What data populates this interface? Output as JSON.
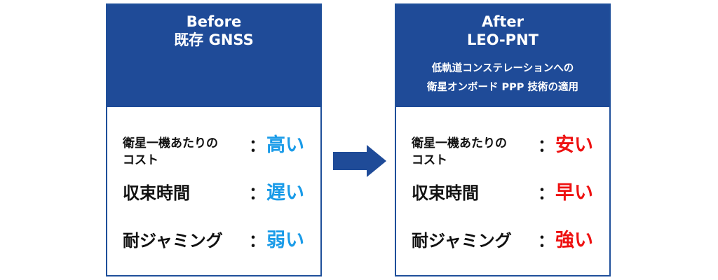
{
  "before": {
    "title": "Before",
    "subtitle": "既存 GNSS",
    "rows": [
      {
        "label_line1": "衛星一機あたりの",
        "label_line2": "コスト",
        "value": "高い"
      },
      {
        "label": "収束時間",
        "value": "遅い"
      },
      {
        "label": "耐ジャミング",
        "value": "弱い"
      }
    ]
  },
  "after": {
    "title": "After",
    "subtitle": "LEO-PNT",
    "description_line1": "低軌道コンステレーションへの",
    "description_line2": "衛星オンボード PPP 技術の適用",
    "rows": [
      {
        "label_line1": "衛星一機あたりの",
        "label_line2": "コスト",
        "value": "安い"
      },
      {
        "label": "収束時間",
        "value": "早い"
      },
      {
        "label": "耐ジャミング",
        "value": "強い"
      }
    ]
  },
  "separator": "：",
  "colors": {
    "header_blue": "#1f4b98",
    "before_value": "#1a9be8",
    "after_value": "#ee1111",
    "arrow": "#1f4b98"
  },
  "icons": {
    "arrow": "right-arrow-icon"
  }
}
